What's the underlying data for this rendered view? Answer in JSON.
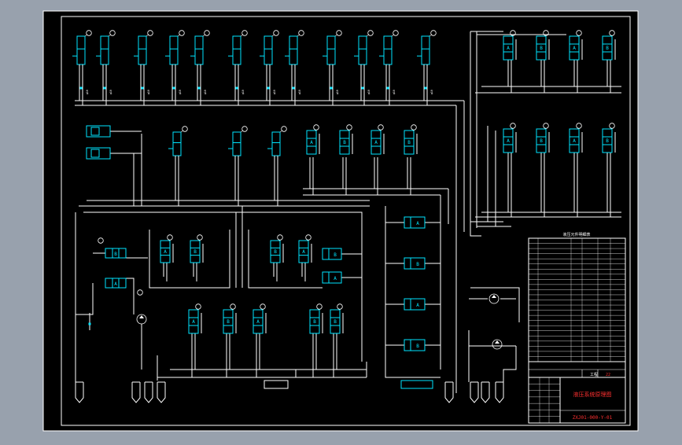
{
  "colors": {
    "background": "#98a1ad",
    "paper": "#000000",
    "line": "#ffffff",
    "component": "#00e5ff",
    "accent": "#ff3030",
    "label": "#ffffff"
  },
  "title_block": {
    "drawing_name": "液压系统原理图",
    "drawing_number": "ZXJ01-000-Y-01",
    "title_cell": "工程",
    "scale_cell": "22"
  },
  "legend_table": {
    "header": "液压元件明细表",
    "row_count": 24
  },
  "valves_top_row": [
    {
      "label": "A"
    },
    {
      "label": "B"
    },
    {
      "label": "A"
    },
    {
      "label": "B"
    }
  ],
  "valves_right_mid": [
    {
      "label": "A"
    },
    {
      "label": "B"
    },
    {
      "label": "A"
    },
    {
      "label": "B"
    }
  ],
  "left_valves": [
    {
      "label": "B"
    },
    {
      "label": "A"
    }
  ],
  "mid_left_valves": [
    {
      "label": "A"
    },
    {
      "label": "B"
    }
  ],
  "mid_right_valves": [
    {
      "label": "B"
    },
    {
      "label": "A"
    }
  ],
  "center_valves": [
    {
      "label": "A"
    },
    {
      "label": "B"
    },
    {
      "label": "A"
    },
    {
      "label": "B"
    },
    {
      "label": "B"
    }
  ],
  "right_column_valves": [
    {
      "label": "A"
    },
    {
      "label": "B"
    },
    {
      "label": "A"
    },
    {
      "label": "B"
    }
  ]
}
